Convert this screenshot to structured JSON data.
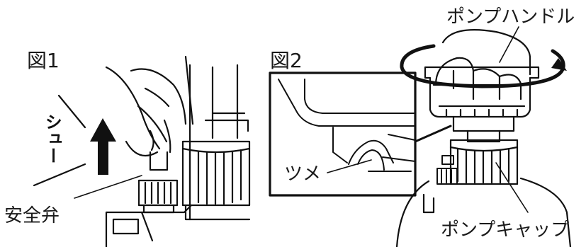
{
  "figure1": {
    "caption": "図1",
    "motion_label": "シュー",
    "valve_label": "安全弁"
  },
  "figure2": {
    "caption": "図2",
    "pump_handle_label": "ポンプハンドル",
    "latch_label": "ツメ",
    "pump_cap_label": "ポンプキャップ"
  }
}
